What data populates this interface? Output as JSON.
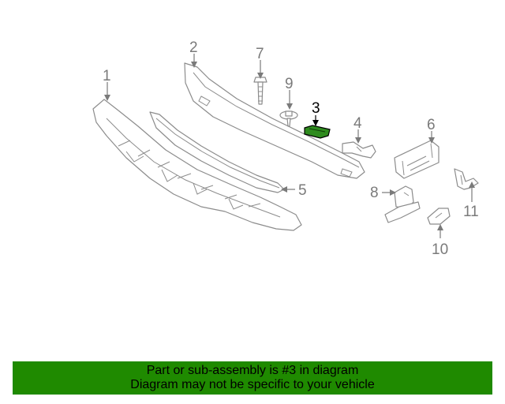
{
  "callouts": {
    "c1": "1",
    "c2": "2",
    "c3": "3",
    "c4": "4",
    "c5": "5",
    "c6": "6",
    "c7": "7",
    "c8": "8",
    "c9": "9",
    "c10": "10",
    "c11": "11"
  },
  "colors": {
    "highlight_part": "#2e8b1e",
    "footer_bg": "#1f8a00",
    "line": "#8c8c8c"
  },
  "footer": {
    "line1": "Part or sub-assembly is #3 in diagram",
    "line2": "Diagram may not be specific to your vehicle"
  }
}
